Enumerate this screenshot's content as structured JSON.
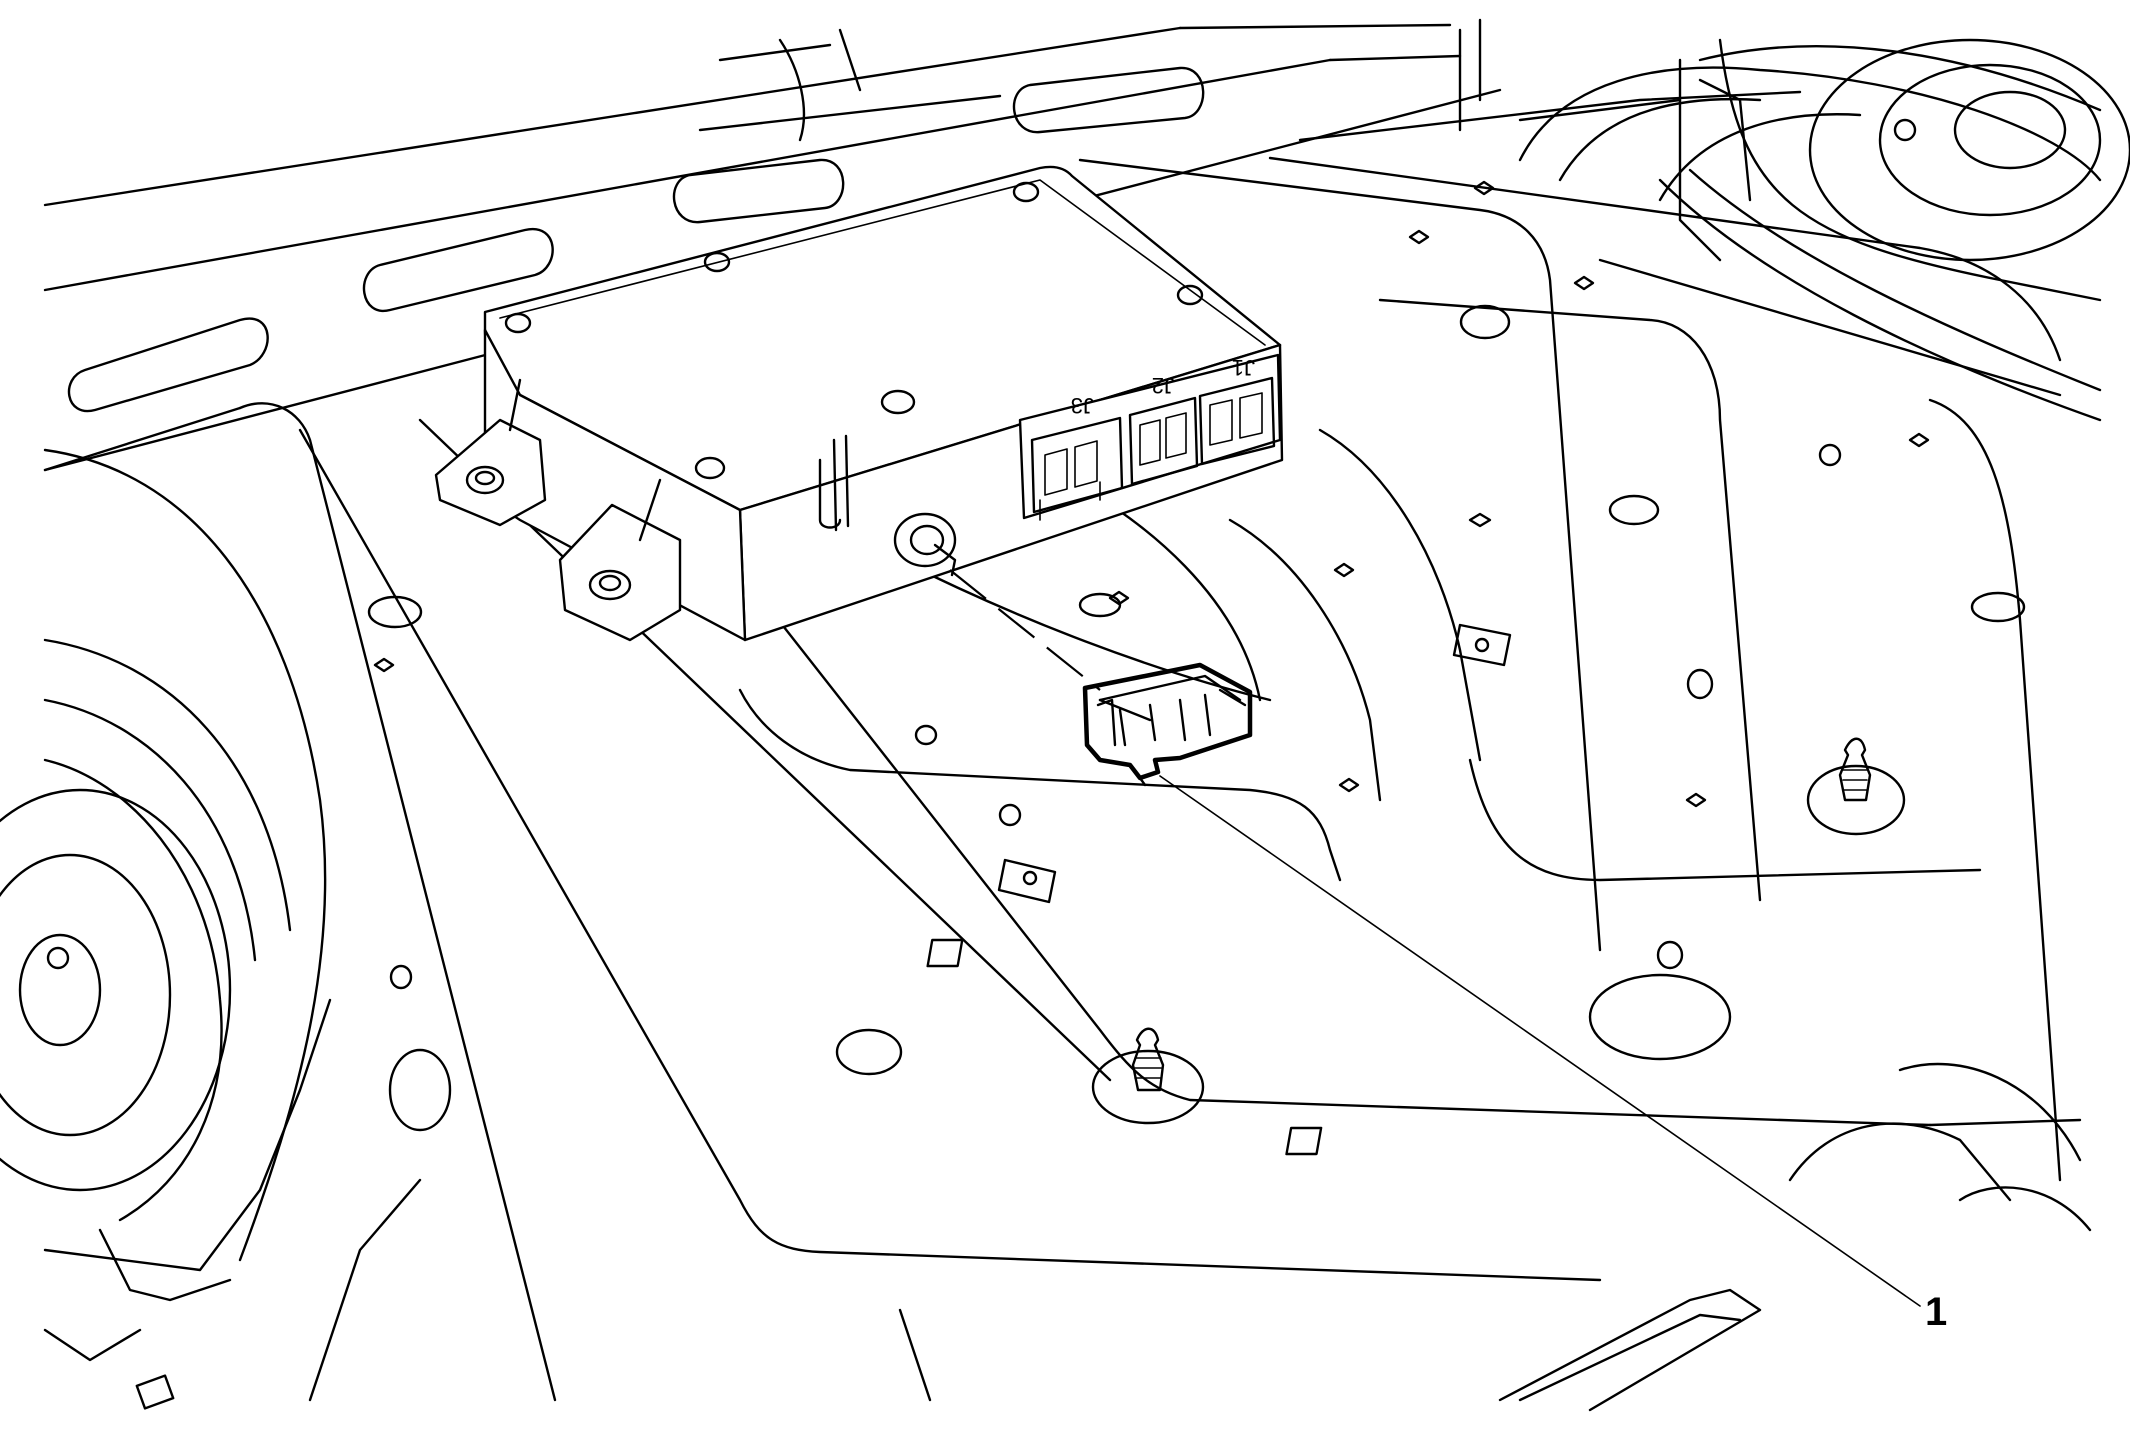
{
  "diagram": {
    "connector_labels": {
      "j1": "J1",
      "j2": "J2",
      "j3": "J3"
    },
    "callouts": [
      {
        "label": "1"
      }
    ]
  }
}
